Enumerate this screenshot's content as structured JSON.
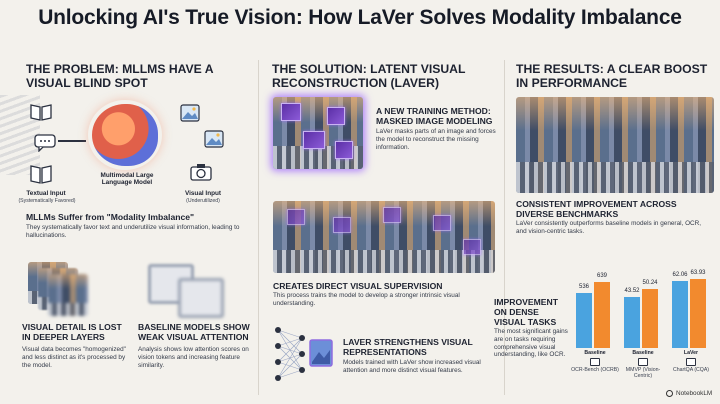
{
  "title": "Unlocking AI's True Vision: How LaVer Solves Modality Imbalance",
  "problem": {
    "heading": "THE PROBLEM: MLLMS HAVE A VISUAL BLIND SPOT",
    "textual_input": "Textual Input",
    "textual_note": "(Systematically Favored)",
    "model_label": "Multimodal Large Language Model",
    "visual_input": "Visual Input",
    "visual_note": "(Underutilized)",
    "subheading": "MLLMs Suffer from \"Modality Imbalance\"",
    "subtext": "They systematically favor text and underutilize visual information, leading to hallucinations.",
    "detail_heading": "VISUAL DETAIL IS LOST IN DEEPER LAYERS",
    "detail_text": "Visual data becomes \"homogenized\" and less distinct as it's processed by the model.",
    "attention_heading": "BASELINE MODELS SHOW WEAK VISUAL ATTENTION",
    "attention_text": "Analysis shows low attention scores on vision tokens and increasing feature similarity."
  },
  "solution": {
    "heading": "THE SOLUTION: LATENT VISUAL RECONSTRUCTION (LAVER)",
    "method_heading": "A NEW TRAINING METHOD: MASKED IMAGE MODELING",
    "method_text": "LaVer masks parts of an image and forces the model to reconstruct the missing information.",
    "supervision_heading": "CREATES DIRECT VISUAL SUPERVISION",
    "supervision_text": "This process trains the model to develop a stronger intrinsic visual understanding.",
    "strength_heading": "LAVER STRENGTHENS VISUAL REPRESENTATIONS",
    "strength_text": "Models trained with LaVer show increased visual attention and more distinct visual features."
  },
  "results": {
    "heading": "THE RESULTS: A CLEAR BOOST IN PERFORMANCE",
    "consistent_heading": "CONSISTENT IMPROVEMENT ACROSS DIVERSE BENCHMARKS",
    "consistent_text": "LaVer consistently outperforms baseline models in general, OCR, and vision-centric tasks.",
    "dense_heading": "IMPROVEMENT ON DENSE VISUAL TASKS",
    "dense_text": "The most significant gains are on tasks requiring comprehensive visual understanding, like OCR."
  },
  "chart_data": {
    "type": "bar",
    "colors": {
      "baseline": "#4aa3df",
      "laver": "#f28a2e"
    },
    "groups": [
      {
        "top": "Baseline",
        "bottom": "OCR-Bench (OCRB)",
        "values": [
          536,
          639
        ],
        "ylim": [
          0,
          760
        ]
      },
      {
        "top": "Baseline",
        "bottom": "MMVP (Vision-Centric)",
        "values": [
          43.52,
          50.24
        ],
        "ylim": [
          0,
          66
        ]
      },
      {
        "top": "LaVer",
        "bottom": "ChartQA (CQA)",
        "values": [
          62.06,
          63.93
        ],
        "ylim": [
          0,
          72
        ]
      }
    ]
  },
  "brand": "NotebookLM"
}
